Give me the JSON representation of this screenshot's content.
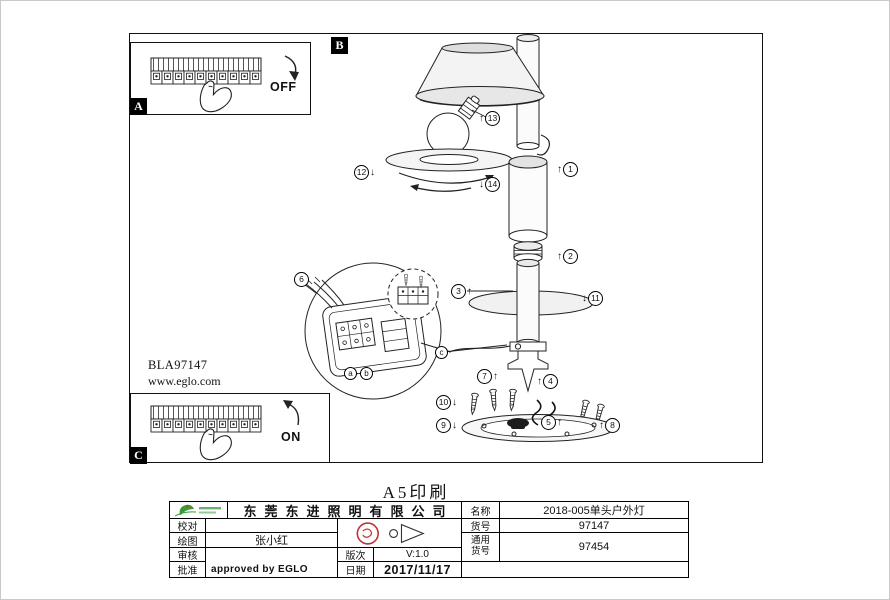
{
  "drawing": {
    "code": "BLA97147",
    "website": "www.eglo.com",
    "print_text": "A5印刷",
    "labels": {
      "a": "A",
      "b": "B",
      "c": "C"
    },
    "switch": {
      "off": "OFF",
      "on": "ON"
    },
    "detail_letters": {
      "a": "a",
      "b": "b",
      "c": "c"
    },
    "callouts": {
      "c1": {
        "pre": "↑",
        "num": "1",
        "post": ""
      },
      "c2": {
        "pre": "↑",
        "num": "2",
        "post": ""
      },
      "c3": {
        "pre": "",
        "num": "3",
        "post": "↑"
      },
      "c4": {
        "pre": "↑",
        "num": "4",
        "post": ""
      },
      "c5": {
        "pre": "",
        "num": "5",
        "post": "↑"
      },
      "c6": {
        "pre": "",
        "num": "6",
        "post": ""
      },
      "c7": {
        "pre": "",
        "num": "7",
        "post": "↑"
      },
      "c8": {
        "pre": "↑",
        "num": "8",
        "post": ""
      },
      "c9": {
        "pre": "",
        "num": "9",
        "post": "↓"
      },
      "c10": {
        "pre": "",
        "num": "10",
        "post": "↓"
      },
      "c11": {
        "pre": "↓",
        "num": "11",
        "post": ""
      },
      "c12": {
        "pre": "",
        "num": "12",
        "post": "↓"
      },
      "c13": {
        "pre": "↑",
        "num": "13",
        "post": ""
      },
      "c14": {
        "pre": "↓",
        "num": "14",
        "post": ""
      }
    }
  },
  "title_block": {
    "company": "东莞东进照明有限公司",
    "approved_by": "approved by EGLO",
    "fields": {
      "name_label": "名称",
      "name_value": "2018-005单头户外灯",
      "item_label": "货号",
      "item_value": "97147",
      "common_label_1": "通用",
      "common_label_2": "货号",
      "common_value": "97454",
      "check_label": "校对",
      "draw_label": "绘图",
      "draw_value": "张小红",
      "review_label": "审核",
      "approve_label": "批准",
      "version_label": "版次",
      "version_value": "V:1.0",
      "date_label": "日期",
      "date_value": "2017/11/17"
    }
  }
}
